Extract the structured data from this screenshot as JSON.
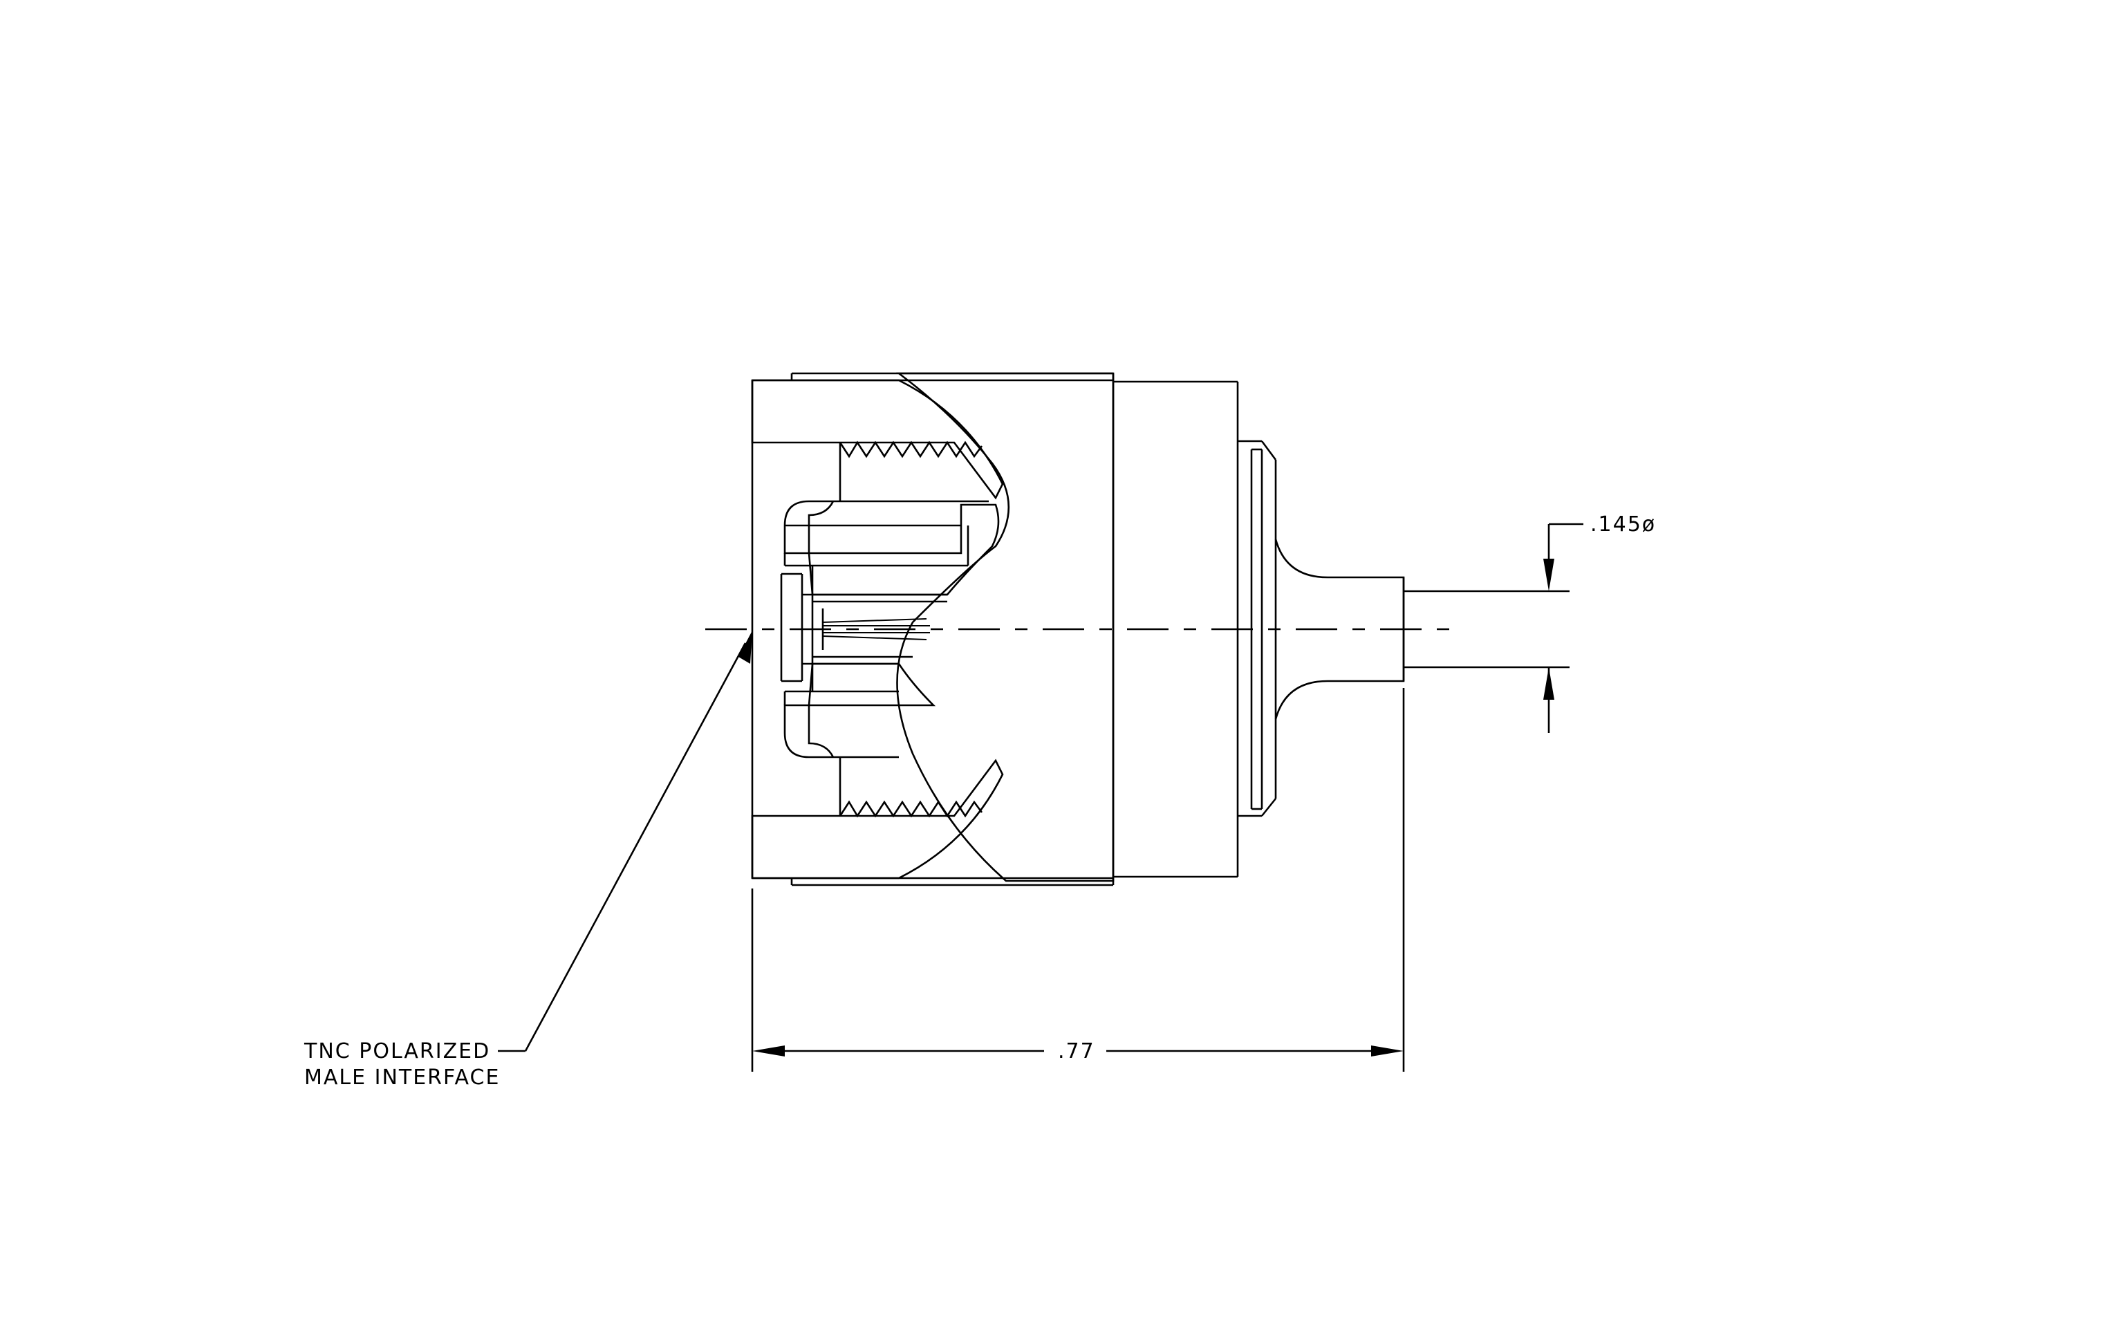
{
  "drawing": {
    "callout_interface_line1": "TNC POLARIZED",
    "callout_interface_line2": "MALE INTERFACE",
    "dimension_length": ".77",
    "dimension_diameter": ".145ø"
  },
  "colors": {
    "line": "#000000",
    "background": "#ffffff"
  }
}
